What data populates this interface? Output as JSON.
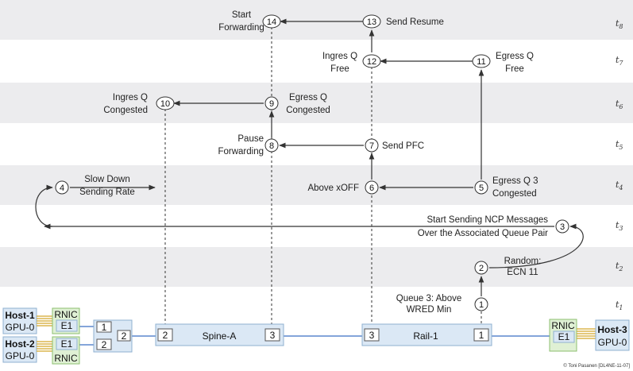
{
  "time_rows": [
    {
      "label": "t",
      "sub": "8"
    },
    {
      "label": "t",
      "sub": "7"
    },
    {
      "label": "t",
      "sub": "6"
    },
    {
      "label": "t",
      "sub": "5"
    },
    {
      "label": "t",
      "sub": "4"
    },
    {
      "label": "t",
      "sub": "3"
    },
    {
      "label": "t",
      "sub": "2"
    },
    {
      "label": "t",
      "sub": "1"
    }
  ],
  "steps": [
    {
      "n": "1",
      "lines": [
        "Queue 3:  Above",
        "WRED Min"
      ]
    },
    {
      "n": "2",
      "lines": [
        "Random:",
        "ECN 11"
      ]
    },
    {
      "n": "3",
      "lines": [
        "Start Sending NCP Messages",
        "Over the Associated Queue Pair"
      ]
    },
    {
      "n": "4",
      "lines": [
        "Slow Down",
        "Sending Rate"
      ]
    },
    {
      "n": "5",
      "lines": [
        "Egress Q 3",
        "Congested"
      ]
    },
    {
      "n": "6",
      "lines": [
        "Above xOFF"
      ]
    },
    {
      "n": "7",
      "lines": [
        "Send PFC"
      ]
    },
    {
      "n": "8",
      "lines": [
        "Pause",
        "Forwarding"
      ]
    },
    {
      "n": "9",
      "lines": [
        "Egress Q",
        "Congested"
      ]
    },
    {
      "n": "10",
      "lines": [
        "Ingres Q",
        "Congested"
      ]
    },
    {
      "n": "11",
      "lines": [
        "Egress Q",
        "Free"
      ]
    },
    {
      "n": "12",
      "lines": [
        "Ingres Q",
        "Free"
      ]
    },
    {
      "n": "13",
      "lines": [
        "Send Resume"
      ]
    },
    {
      "n": "14",
      "lines": [
        "Start",
        "Forwarding"
      ]
    }
  ],
  "hosts": {
    "host1": {
      "name": "Host-1",
      "gpu": "GPU-0"
    },
    "host2": {
      "name": "Host-2",
      "gpu": "GPU-0"
    },
    "host3": {
      "name": "Host-3",
      "gpu": "GPU-0"
    }
  },
  "rnic": {
    "label": "RNIC",
    "port": "E1"
  },
  "leaf_ports": [
    "1",
    "2",
    "2"
  ],
  "spine": {
    "name": "Spine-A",
    "ports": [
      "2",
      "3"
    ]
  },
  "rail": {
    "name": "Rail-1",
    "ports": [
      "3",
      "1"
    ]
  },
  "copyright": "© Toni Pasanen [DL4NE-11-07]",
  "colors": {
    "band": "#ececee",
    "switch_fill": "#dbe8f5",
    "switch_stroke": "#8fb0d0",
    "rnic_fill": "#dff0d4",
    "rnic_stroke": "#8dbf6f",
    "link": "#3a6fc4"
  }
}
